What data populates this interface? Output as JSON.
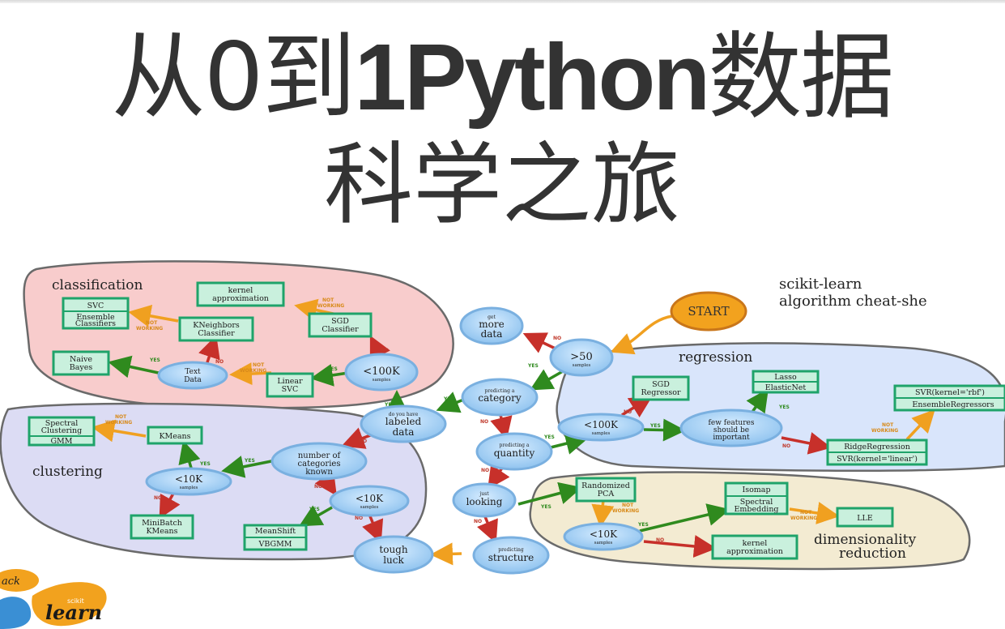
{
  "title": {
    "line1_a": "从0到",
    "line1_b": "1Python",
    "line1_c": "数据",
    "line2": "科学之旅"
  },
  "cheatsheet": {
    "heading_line1": "scikit-learn",
    "heading_line2": "algorithm cheat-she",
    "start": "START",
    "sections": {
      "classification": "classification",
      "clustering": "clustering",
      "regression": "regression",
      "dimensionality_1": "dimensionality",
      "dimensionality_2": "reduction"
    },
    "bubbles": {
      "gt50_top": ">50",
      "gt50_sub": "samples",
      "get_more_1": "get",
      "get_more_2": "more",
      "get_more_3": "data",
      "pred_cat_1": "predicting a",
      "pred_cat_2": "category",
      "labeled_1": "do you have",
      "labeled_2": "labeled",
      "labeled_3": "data",
      "pred_qty_1": "predicting a",
      "pred_qty_2": "quantity",
      "looking_1": "just",
      "looking_2": "looking",
      "pred_struct_1": "predicting",
      "pred_struct_2": "structure",
      "tough_1": "tough",
      "tough_2": "luck",
      "class_100k": "<100K",
      "class_100k_sub": "samples",
      "text_data_1": "Text",
      "text_data_2": "Data",
      "clust_ncat_1": "number of",
      "clust_ncat_2": "categories",
      "clust_ncat_3": "known",
      "clust_10k_a": "<10K",
      "clust_10k_a_sub": "samples",
      "clust_10k_b": "<10K",
      "clust_10k_b_sub": "samples",
      "reg_100k": "<100K",
      "reg_100k_sub": "samples",
      "few_feat_1": "few features",
      "few_feat_2": "should be",
      "few_feat_3": "important",
      "dim_10k": "<10K",
      "dim_10k_sub": "samples"
    },
    "boxes": {
      "svc": "SVC",
      "ensemble_1": "Ensemble",
      "ensemble_2": "Classifiers",
      "kernel_approx_c1": "kernel",
      "kernel_approx_c2": "approximation",
      "kneighbors_1": "KNeighbors",
      "kneighbors_2": "Classifier",
      "sgd_c1": "SGD",
      "sgd_c2": "Classifier",
      "naive_1": "Naive",
      "naive_2": "Bayes",
      "linear_svc_1": "Linear",
      "linear_svc_2": "SVC",
      "spectral_1": "Spectral",
      "spectral_2": "Clustering",
      "gmm": "GMM",
      "kmeans": "KMeans",
      "minibatch_1": "MiniBatch",
      "minibatch_2": "KMeans",
      "meanshift": "MeanShift",
      "vbgmm": "VBGMM",
      "sgd_r1": "SGD",
      "sgd_r2": "Regressor",
      "lasso": "Lasso",
      "elasticnet": "ElasticNet",
      "svr_rbf": "SVR(kernel='rbf')",
      "ensemble_reg": "EnsembleRegressors",
      "ridge": "RidgeRegression",
      "svr_linear": "SVR(kernel='linear')",
      "rand_pca_1": "Randomized",
      "rand_pca_2": "PCA",
      "isomap": "Isomap",
      "spec_emb_1": "Spectral",
      "spec_emb_2": "Embedding",
      "lle": "LLE",
      "kernel_approx_d1": "kernel",
      "kernel_approx_d2": "approximation"
    },
    "labels": {
      "yes": "YES",
      "no": "NO",
      "not": "NOT",
      "working": "WORKING"
    }
  },
  "logo": {
    "back_text": "ack",
    "scikit_text": "scikit",
    "learn_text": "learn"
  }
}
